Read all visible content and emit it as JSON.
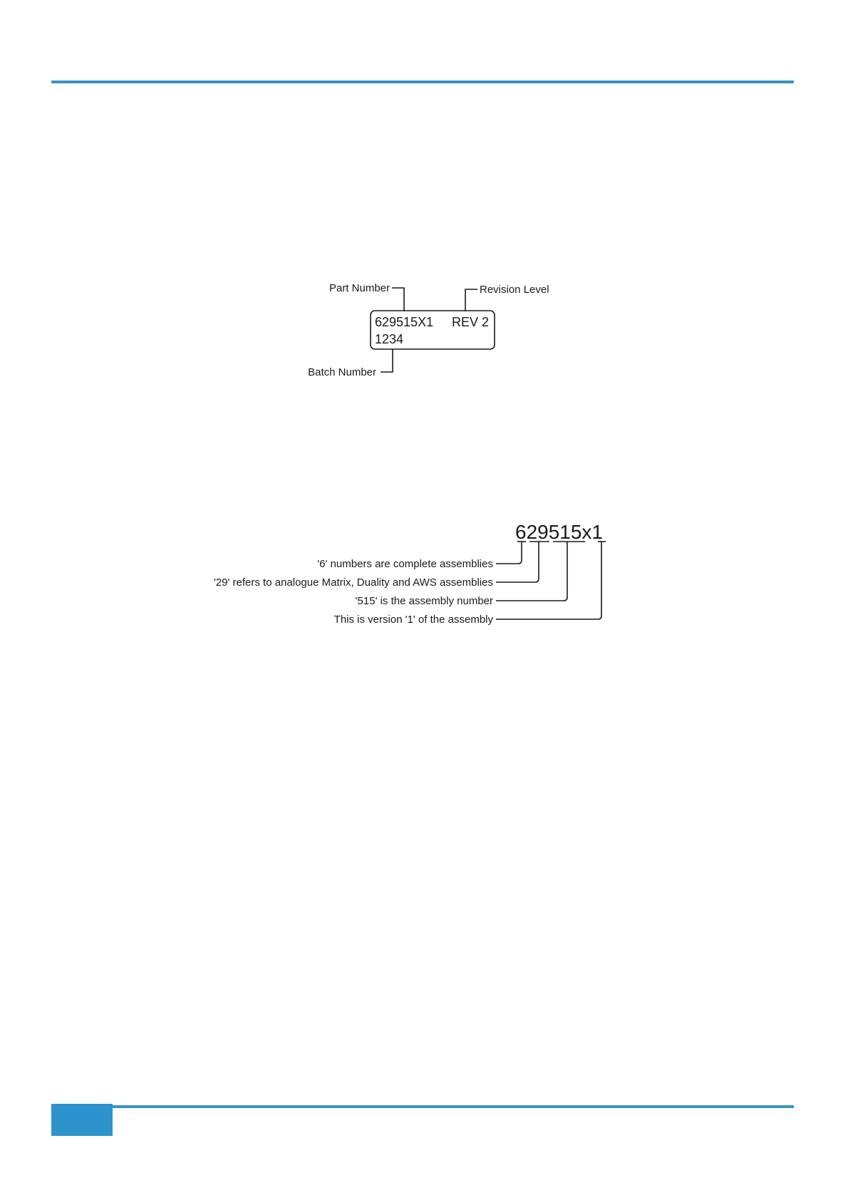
{
  "label_diagram": {
    "part_number_label": "Part Number",
    "revision_level_label": "Revision Level",
    "batch_number_label": "Batch Number",
    "label_line1_part": "629515X1",
    "label_line1_rev": "REV 2",
    "label_line2": "1234"
  },
  "breakdown_diagram": {
    "part_number": "629515x1",
    "notes": [
      "'6' numbers are complete assemblies",
      "'29' refers to analogue Matrix, Duality and AWS assemblies",
      "'515' is the assembly number",
      "This is version '1' of the assembly"
    ]
  },
  "colors": {
    "accent": "#3993c3",
    "tab": "#2c93cd"
  }
}
